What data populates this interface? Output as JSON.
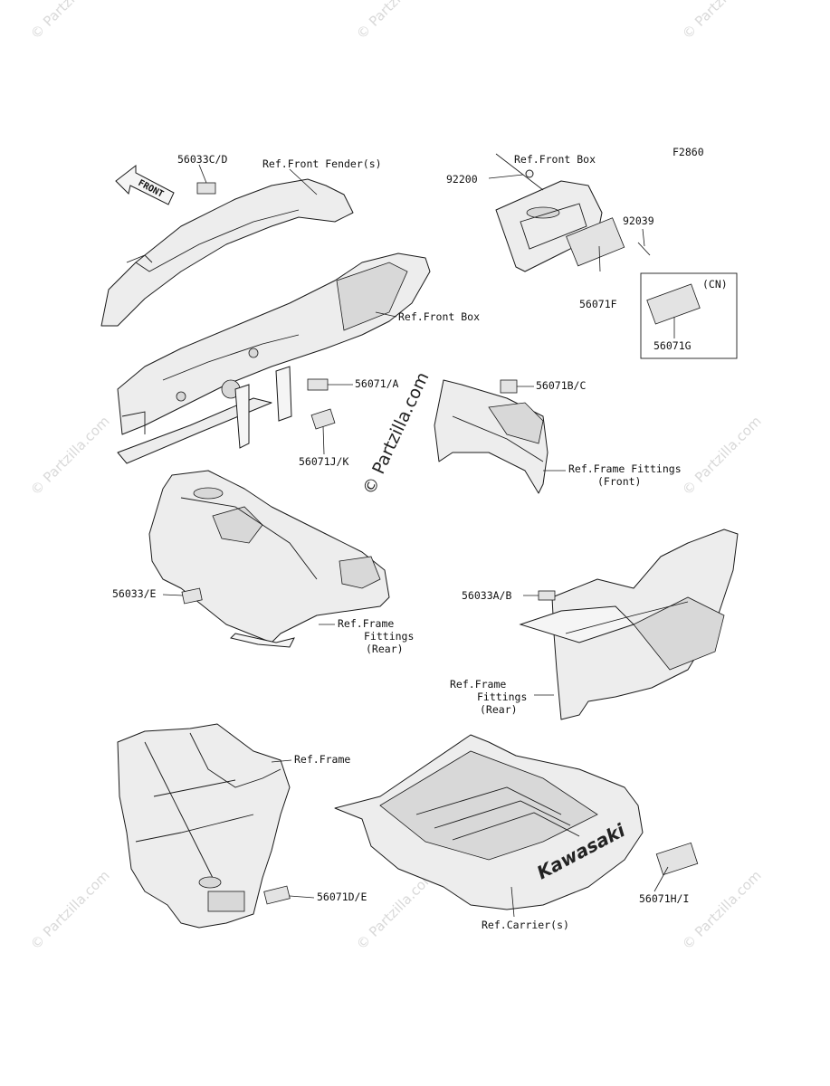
{
  "figure_code": "F2860",
  "front_arrow": "FRONT",
  "center_watermark": "© Partzilla.com",
  "edge_watermark": "© Partzilla.com",
  "labels": {
    "p56033CD": "56033C/D",
    "ref_front_fender": "Ref.Front Fender(s)",
    "ref_front_box_a": "Ref.Front Box",
    "p92200": "92200",
    "ref_front_box_b": "Ref.Front Box",
    "p92039": "92039",
    "p56071F": "56071F",
    "cn": "(CN)",
    "p56071G": "56071G",
    "p56071A": "56071/A",
    "p56071BC": "56071B/C",
    "p56071JK": "56071J/K",
    "ref_ff_front_1": "Ref.Frame Fittings",
    "ref_ff_front_2": "(Front)",
    "p56033E": "56033/E",
    "ref_ff_rear_1": "Ref.Frame",
    "ref_ff_rear_2": "Fittings",
    "ref_ff_rear_3": "(Rear)",
    "p56033AB": "56033A/B",
    "ref_ff_rear_r1": "Ref.Frame",
    "ref_ff_rear_r2": "Fittings",
    "ref_ff_rear_r3": "(Rear)",
    "ref_frame": "Ref.Frame",
    "p56071DE": "56071D/E",
    "ref_carrier": "Ref.Carrier(s)",
    "p56071HI": "56071H/I",
    "brand": "Kawasaki"
  }
}
